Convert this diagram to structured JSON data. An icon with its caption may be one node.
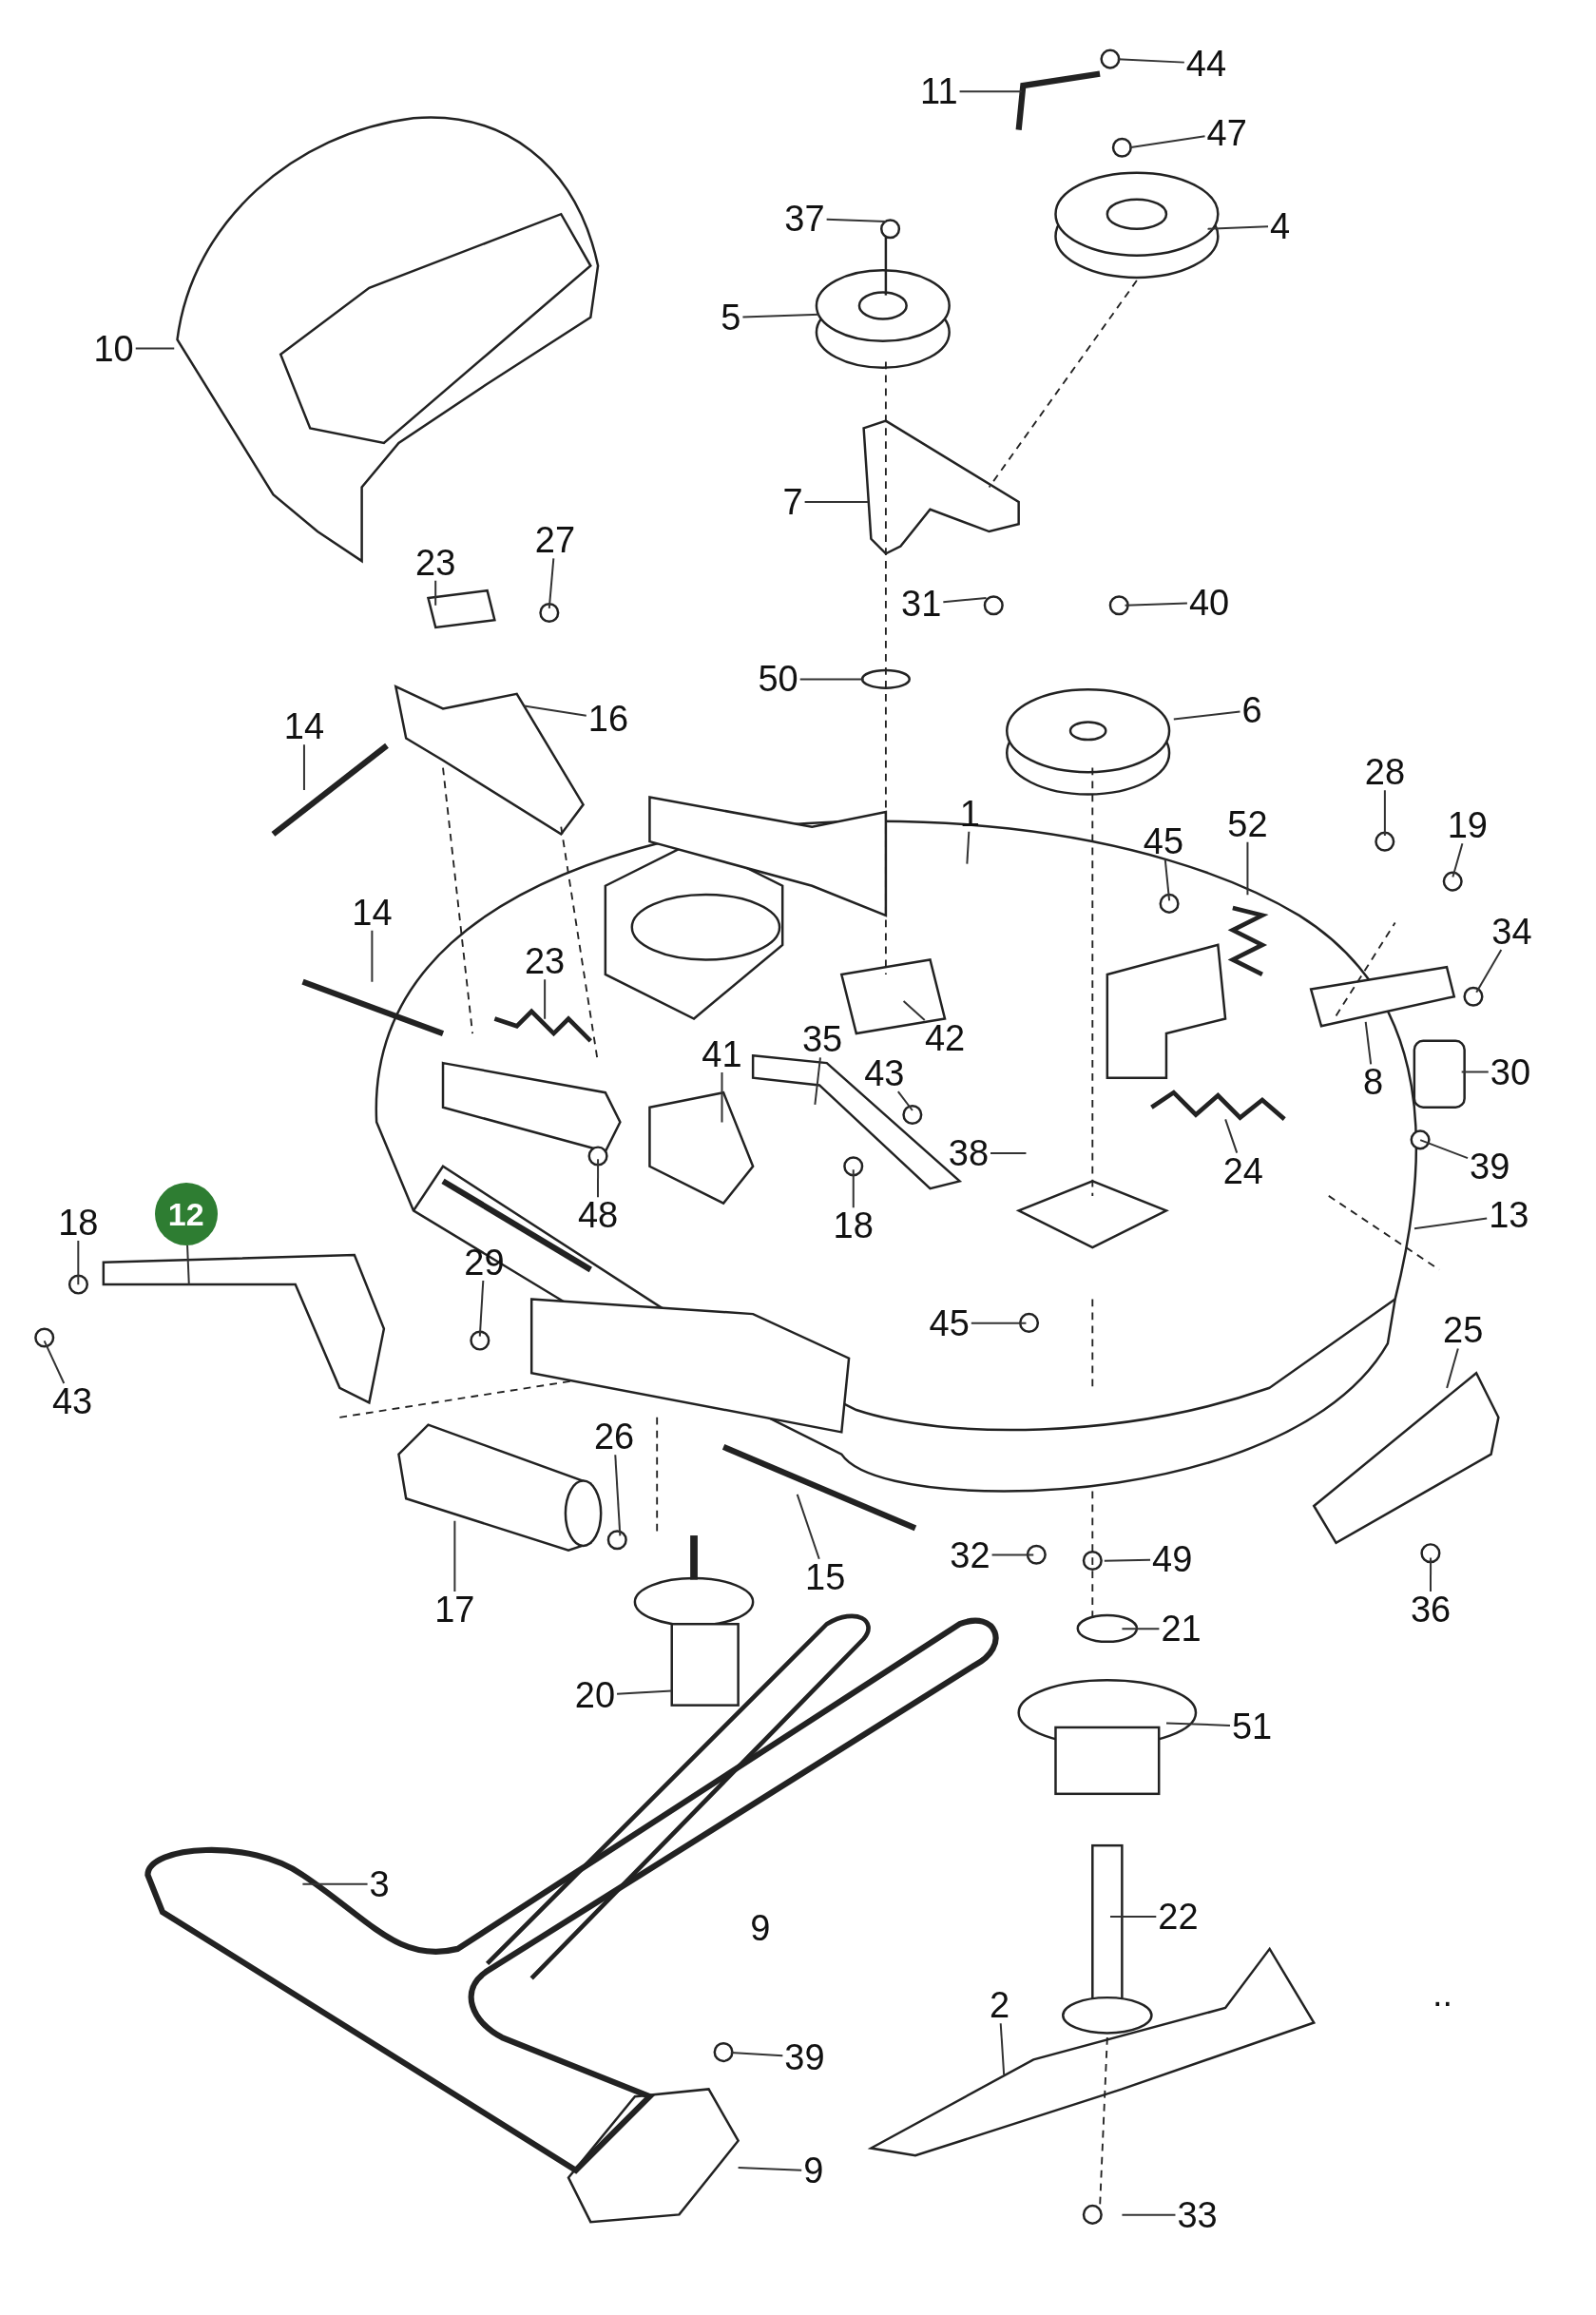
{
  "diagram": {
    "nodes": [
      {
        "text": [
          "44"
        ]
      },
      {
        "text": [
          "11"
        ]
      },
      {
        "text": [
          "47"
        ]
      },
      {
        "text": [
          "37"
        ]
      },
      {
        "text": [
          "4"
        ]
      },
      {
        "text": [
          "5"
        ]
      },
      {
        "text": [
          "10"
        ]
      },
      {
        "text": [
          "7"
        ]
      },
      {
        "text": [
          "31"
        ]
      },
      {
        "text": [
          "40"
        ]
      },
      {
        "text": [
          "27"
        ]
      },
      {
        "text": [
          "23"
        ]
      },
      {
        "text": [
          "50"
        ]
      },
      {
        "text": [
          "6"
        ]
      },
      {
        "text": [
          "16"
        ]
      },
      {
        "text": [
          "14"
        ]
      },
      {
        "text": [
          "28"
        ]
      },
      {
        "text": [
          "1"
        ]
      },
      {
        "text": [
          "19"
        ]
      },
      {
        "text": [
          "45"
        ]
      },
      {
        "text": [
          "52"
        ]
      },
      {
        "text": [
          "14"
        ]
      },
      {
        "text": [
          "34"
        ]
      },
      {
        "text": [
          "23"
        ]
      },
      {
        "text": [
          "30"
        ]
      },
      {
        "text": [
          "35"
        ]
      },
      {
        "text": [
          "42"
        ]
      },
      {
        "text": [
          "41"
        ]
      },
      {
        "text": [
          "43"
        ]
      },
      {
        "text": [
          "8"
        ]
      },
      {
        "text": [
          "24"
        ]
      },
      {
        "text": [
          "38"
        ]
      },
      {
        "text": [
          "39"
        ]
      },
      {
        "text": [
          "18"
        ]
      },
      {
        "text": [
          "48"
        ]
      },
      {
        "text": [
          "13"
        ]
      },
      {
        "text": [
          "18"
        ]
      },
      {
        "text": [
          "12"
        ]
      },
      {
        "text": [
          "29"
        ]
      },
      {
        "text": [
          "45"
        ]
      },
      {
        "text": [
          "25"
        ]
      },
      {
        "text": [
          "43"
        ]
      },
      {
        "text": [
          "26"
        ]
      },
      {
        "text": [
          "32"
        ]
      },
      {
        "text": [
          "49"
        ]
      },
      {
        "text": [
          "15"
        ]
      },
      {
        "text": [
          "17"
        ]
      },
      {
        "text": [
          "36"
        ]
      },
      {
        "text": [
          "21"
        ]
      },
      {
        "text": [
          "20"
        ]
      },
      {
        "text": [
          "51"
        ]
      },
      {
        "text": [
          "3"
        ]
      },
      {
        "text": [
          "22"
        ]
      },
      {
        "text": [
          "2"
        ]
      },
      {
        "text": [
          "39"
        ]
      },
      {
        "text": [
          "9"
        ]
      },
      {
        "text": [
          "33"
        ]
      }
    ],
    "edges": [
      {
        "from": 0,
        "to": null,
        "arrow": "none"
      },
      {
        "from": 1,
        "to": null,
        "arrow": "none"
      },
      {
        "from": 2,
        "to": null,
        "arrow": "none"
      },
      {
        "from": 3,
        "to": null,
        "arrow": "none"
      },
      {
        "from": 4,
        "to": null,
        "arrow": "none"
      },
      {
        "from": 5,
        "to": null,
        "arrow": "none"
      },
      {
        "from": 6,
        "to": null,
        "arrow": "none"
      },
      {
        "from": 7,
        "to": null,
        "arrow": "none"
      },
      {
        "from": 8,
        "to": null,
        "arrow": "none"
      },
      {
        "from": 9,
        "to": null,
        "arrow": "none"
      },
      {
        "from": 10,
        "to": null,
        "arrow": "none"
      },
      {
        "from": 11,
        "to": null,
        "arrow": "none"
      },
      {
        "from": 12,
        "to": null,
        "arrow": "none"
      },
      {
        "from": 13,
        "to": null,
        "arrow": "none"
      },
      {
        "from": 14,
        "to": null,
        "arrow": "none"
      },
      {
        "from": 15,
        "to": null,
        "arrow": "none"
      },
      {
        "from": 16,
        "to": null,
        "arrow": "none"
      },
      {
        "from": 17,
        "to": null,
        "arrow": "none"
      },
      {
        "from": 18,
        "to": null,
        "arrow": "none"
      },
      {
        "from": 19,
        "to": null,
        "arrow": "none"
      },
      {
        "from": 20,
        "to": null,
        "arrow": "none"
      },
      {
        "from": 21,
        "to": null,
        "arrow": "none"
      },
      {
        "from": 22,
        "to": null,
        "arrow": "none"
      },
      {
        "from": 23,
        "to": null,
        "arrow": "none"
      },
      {
        "from": 24,
        "to": null,
        "arrow": "none"
      },
      {
        "from": 25,
        "to": null,
        "arrow": "none"
      },
      {
        "from": 26,
        "to": null,
        "arrow": "none"
      },
      {
        "from": 27,
        "to": null,
        "arrow": "none"
      },
      {
        "from": 28,
        "to": null,
        "arrow": "none"
      },
      {
        "from": 29,
        "to": null,
        "arrow": "none"
      },
      {
        "from": 30,
        "to": null,
        "arrow": "none"
      },
      {
        "from": 31,
        "to": null,
        "arrow": "none"
      },
      {
        "from": 32,
        "to": null,
        "arrow": "none"
      },
      {
        "from": 33,
        "to": null,
        "arrow": "none"
      },
      {
        "from": 34,
        "to": null,
        "arrow": "none"
      },
      {
        "from": 35,
        "to": null,
        "arrow": "none"
      },
      {
        "from": 36,
        "to": null,
        "arrow": "none"
      },
      {
        "from": 37,
        "to": null,
        "arrow": "none"
      },
      {
        "from": 38,
        "to": null,
        "arrow": "none"
      },
      {
        "from": 39,
        "to": null,
        "arrow": "none"
      },
      {
        "from": 40,
        "to": null,
        "arrow": "none"
      },
      {
        "from": 41,
        "to": null,
        "arrow": "none"
      },
      {
        "from": 42,
        "to": null,
        "arrow": "none"
      },
      {
        "from": 43,
        "to": null,
        "arrow": "none"
      },
      {
        "from": 44,
        "to": null,
        "arrow": "none"
      },
      {
        "from": 45,
        "to": null,
        "arrow": "none"
      },
      {
        "from": 46,
        "to": null,
        "arrow": "none"
      },
      {
        "from": 47,
        "to": null,
        "arrow": "none"
      },
      {
        "from": 48,
        "to": null,
        "arrow": "none"
      },
      {
        "from": 49,
        "to": null,
        "arrow": "none"
      },
      {
        "from": 50,
        "to": null,
        "arrow": "none"
      },
      {
        "from": 51,
        "to": null,
        "arrow": "none"
      },
      {
        "from": 52,
        "to": null,
        "arrow": "none"
      },
      {
        "from": 53,
        "to": null,
        "arrow": "none"
      },
      {
        "from": 54,
        "to": null,
        "arrow": "none"
      },
      {
        "from": 55,
        "to": null,
        "arrow": "none"
      },
      {
        "from": 56,
        "to": null,
        "arrow": "none"
      }
    ],
    "labels": [
      "9",
      ".."
    ]
  }
}
